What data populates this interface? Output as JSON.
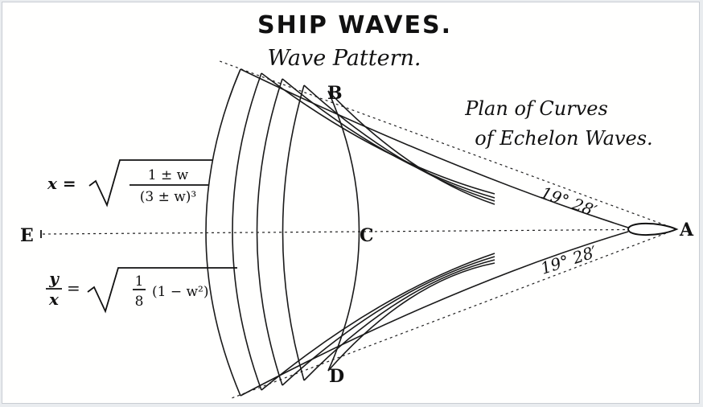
{
  "title": "SHIP WAVES.",
  "subtitle": "Wave Pattern.",
  "plan_label_line1": "Plan of Curves",
  "plan_label_line2": "of Echelon Waves.",
  "points": {
    "A": "A",
    "B": "B",
    "C": "C",
    "D": "D",
    "E": "E"
  },
  "angle_upper": "19° 28′",
  "angle_lower": "19° 28′",
  "formula_x": {
    "lhs": "x =",
    "numerator": "1 ± w",
    "denominator": "(3 ± w)³"
  },
  "formula_yx": {
    "y": "y",
    "x": "x",
    "eq": "=",
    "frac_num": "1",
    "frac_den": "8",
    "tail": "(1 − w²)"
  },
  "colors": {
    "ink": "#111111",
    "paper": "#fffffe"
  }
}
